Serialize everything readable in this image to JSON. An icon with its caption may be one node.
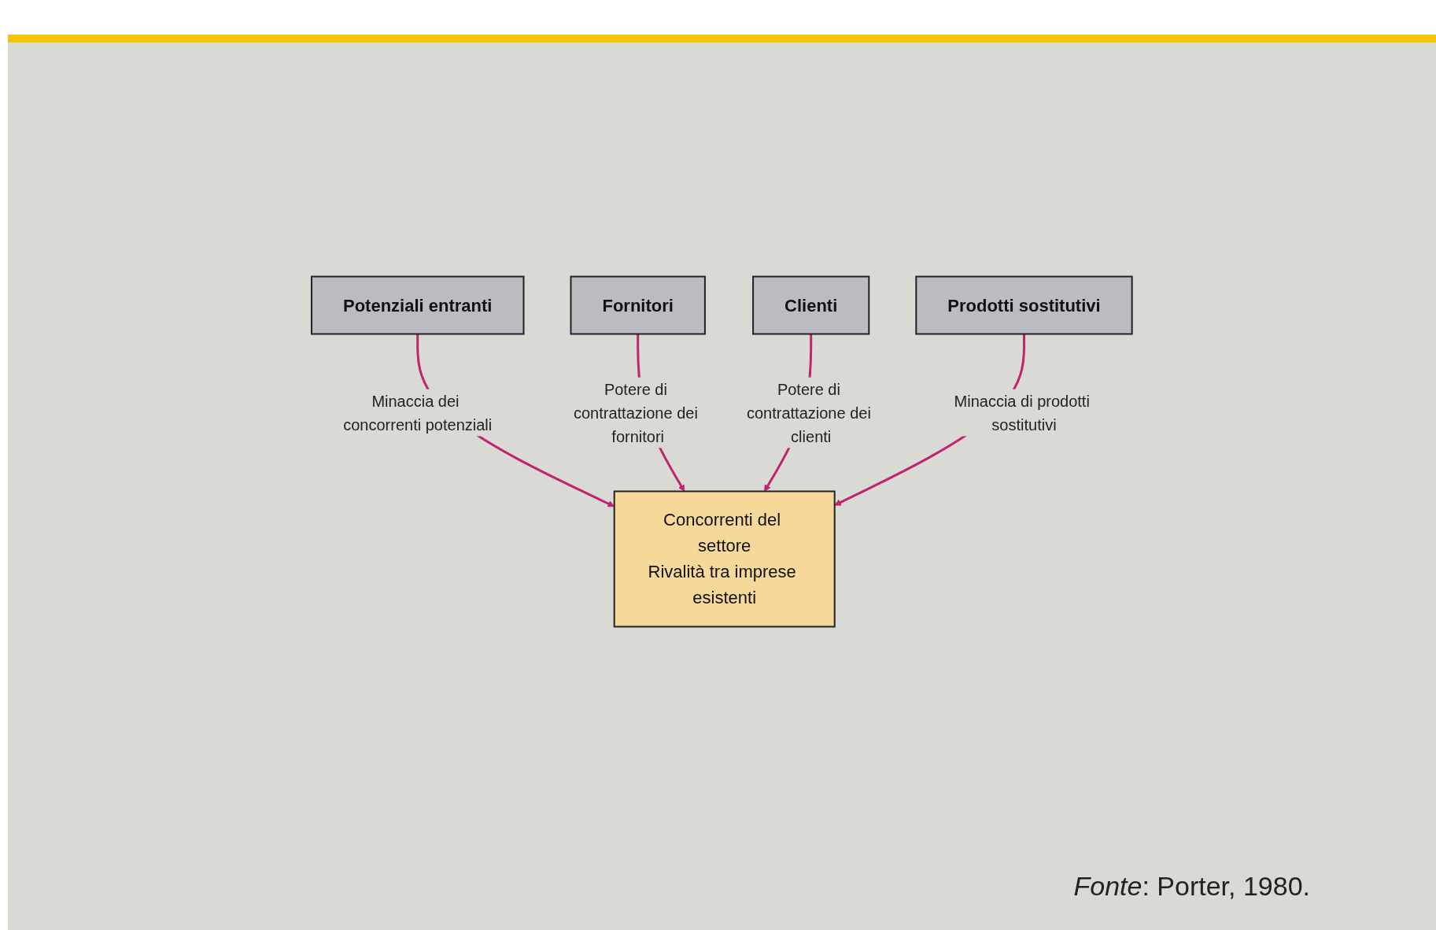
{
  "diagram": {
    "caption": "*Fonte*: Porter, 1980.",
    "nodes": [
      {
        "text": [
          "Potenziali entranti"
        ]
      },
      {
        "text": [
          "Concorrenti del settore",
          "Rivalità tra imprese esistenti"
        ]
      },
      {
        "text": [
          "Fornitori"
        ]
      },
      {
        "text": [
          "Clienti"
        ]
      },
      {
        "text": [
          "Prodotti sostitutivi"
        ]
      }
    ],
    "edges": [
      {
        "from": 0,
        "to": 1,
        "arrow": "to",
        "label": "Minaccia dei concorrenti potenziali"
      },
      {
        "from": 2,
        "to": 1,
        "arrow": "to",
        "label": "Potere di contrattazione dei fornitori"
      },
      {
        "from": 3,
        "to": 1,
        "arrow": "to",
        "label": "Potere di contrattazione dei clienti"
      },
      {
        "from": 4,
        "to": 1,
        "arrow": "to",
        "label": "Minaccia di prodotti sostitutivi"
      }
    ]
  }
}
